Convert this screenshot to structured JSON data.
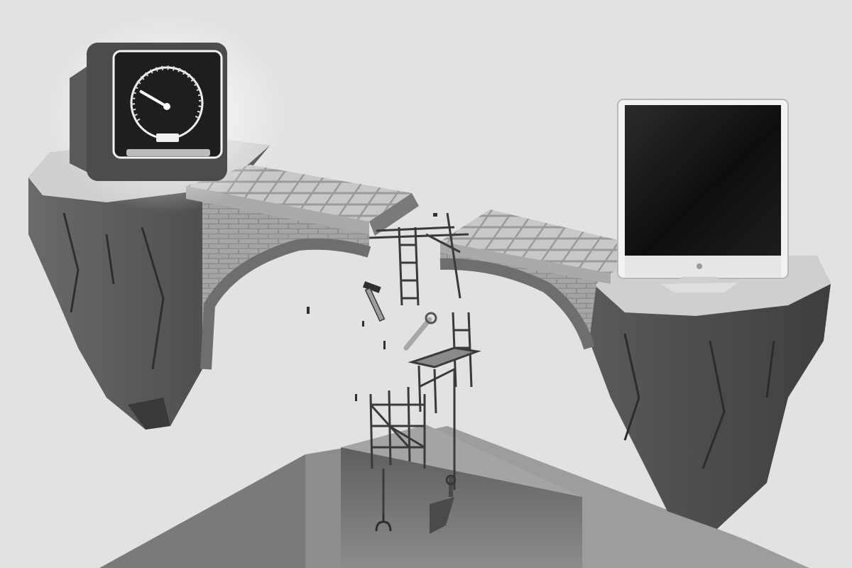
{
  "scene": {
    "kind": "illustration",
    "palette": {
      "background": "#e3e3e3",
      "rock": "#5a5a5a",
      "rock_dark": "#3a3a3a",
      "stone": "#b9b9b9",
      "pit": "#6c6c6c",
      "screen_glow": "#f4f4f4",
      "monitor_frame": "#f2f2f2",
      "screen": "#151515"
    },
    "elements": {
      "old_monitor": "crt-monitor-with-speedometer",
      "new_monitor": "modern-flat-monitor",
      "bridge": "broken-stone-arch-bridge",
      "tools": [
        "hammer",
        "wrench",
        "shovel",
        "grabber-claw"
      ],
      "scaffolding": [
        "ladder",
        "scaffold-tower"
      ]
    },
    "gauge_level": 0.25
  }
}
